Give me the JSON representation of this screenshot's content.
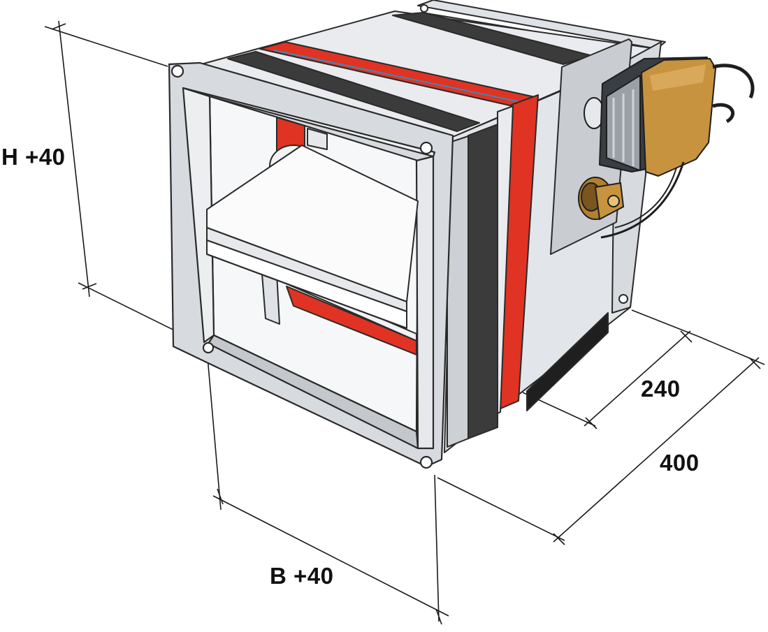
{
  "dimensions": {
    "height": "H +40",
    "width": "B +40",
    "actuator_depth": "240",
    "length": "400"
  },
  "colors": {
    "red_band": "#e03323",
    "galvanized": "#e8eaed",
    "frame": "#d7dadf",
    "dark_edge": "#2b2b2b",
    "actuator_cover": "#c8933e",
    "actuator_body": "#3a3d42",
    "knob": "#b3802f"
  }
}
